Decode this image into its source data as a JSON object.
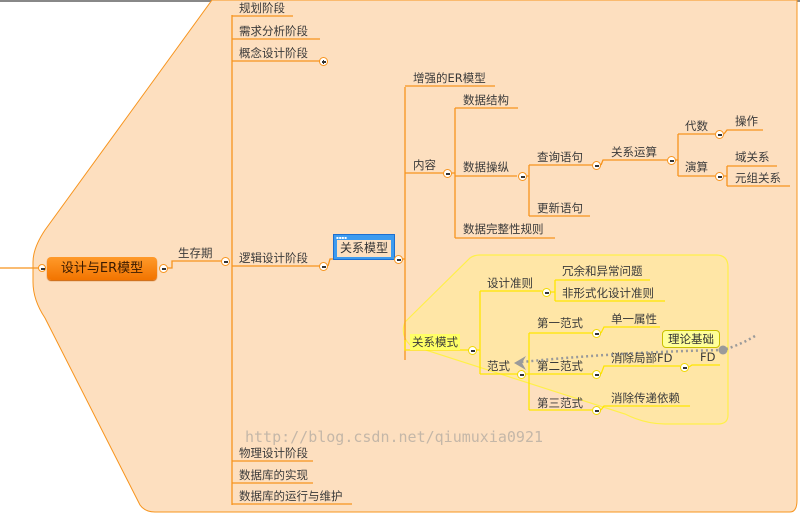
{
  "root": {
    "label": "设计与ER模型"
  },
  "lifecycle": {
    "label": "生存期",
    "stages": [
      "规划阶段",
      "需求分析阶段",
      "概念设计阶段",
      "逻辑设计阶段",
      "物理设计阶段",
      "数据库的实现",
      "数据库的运行与维护"
    ]
  },
  "relational_model": {
    "label": "关系模型",
    "enhanced_er": "增强的ER模型",
    "content": {
      "label": "内容",
      "data_structure": "数据结构",
      "data_manipulation": {
        "label": "数据操纵",
        "query": {
          "label": "查询语句",
          "relational_ops": {
            "label": "关系运算",
            "algebra": {
              "label": "代数",
              "child": "操作"
            },
            "calculus": {
              "label": "演算",
              "children": [
                "域关系",
                "元组关系"
              ]
            }
          }
        },
        "update": "更新语句"
      },
      "integrity": "数据完整性规则"
    }
  },
  "relational_schema": {
    "label": "关系模式",
    "design_rules": {
      "label": "设计准则",
      "children": [
        "冗余和异常问题",
        "非形式化设计准则"
      ]
    },
    "normal_forms": {
      "label": "范式",
      "nf1": {
        "label": "第一范式",
        "child": "单一属性"
      },
      "nf2": {
        "label": "第二范式",
        "child": "消除局部FD",
        "grandchild": "FD"
      },
      "nf3": {
        "label": "第三范式",
        "child": "消除传递依赖"
      }
    }
  },
  "callout": {
    "label": "理论基础"
  },
  "watermark": "http://blog.csdn.net/qiumuxia0921",
  "colors": {
    "boundary_fill": "#fde0c0",
    "branch": "#f7941d",
    "yellow_boundary": "#fee6a8",
    "root": "#f77f00"
  }
}
